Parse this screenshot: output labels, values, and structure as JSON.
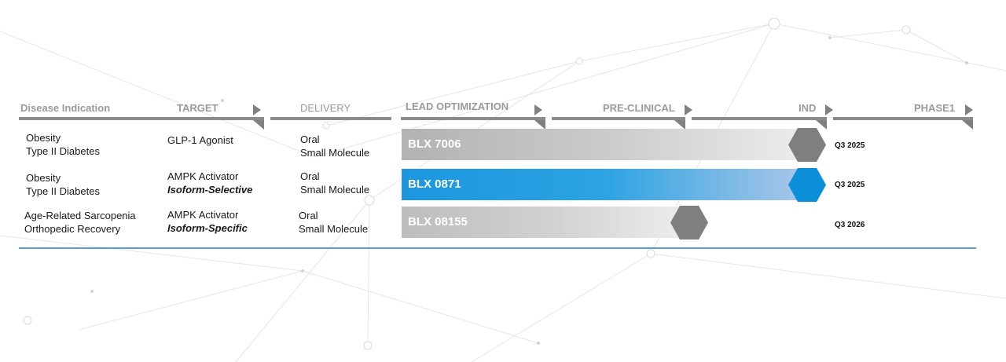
{
  "headers": {
    "disease": "Disease Indication",
    "target": "TARGET",
    "delivery": "DELIVERY",
    "lead": "LEAD OPTIMIZATION",
    "preclinical": "PRE-CLINICAL",
    "ind": "IND",
    "phase1": "PHASE1"
  },
  "rows": [
    {
      "disease_line1": "Obesity",
      "disease_line2": "Type II Diabetes",
      "target_line1": "GLP-1 Agonist",
      "target_line2": "",
      "delivery_line1": "Oral",
      "delivery_line2": "Small Molecule",
      "program": "BLX 7006",
      "date": "Q3 2025",
      "progress_stage": "IND"
    },
    {
      "disease_line1": "Obesity",
      "disease_line2": "Type II Diabetes",
      "target_line1": "AMPK Activator",
      "target_line2": "Isoform-Selective",
      "delivery_line1": "Oral",
      "delivery_line2": "Small Molecule",
      "program": "BLX 0871",
      "date": "Q3 2025",
      "progress_stage": "IND"
    },
    {
      "disease_line1": "Age-Related Sarcopenia",
      "disease_line2": "Orthopedic Recovery",
      "target_line1": "AMPK Activator",
      "target_line2": "Isoform-Specific",
      "delivery_line1": "Oral",
      "delivery_line2": "Small Molecule",
      "program": "BLX 08155",
      "date": "Q3 2026",
      "progress_stage": "PRE-CLINICAL"
    }
  ],
  "colors": {
    "header_text": "#9a9a9a",
    "rule": "#8a8a8a",
    "bar_gray": "#b8b8b8",
    "bar_blue": "#1f9ae0",
    "hex_gray": "#7f7f7f",
    "hex_blue": "#0a8fd8",
    "bottom_rule": "#5b9bd5"
  }
}
